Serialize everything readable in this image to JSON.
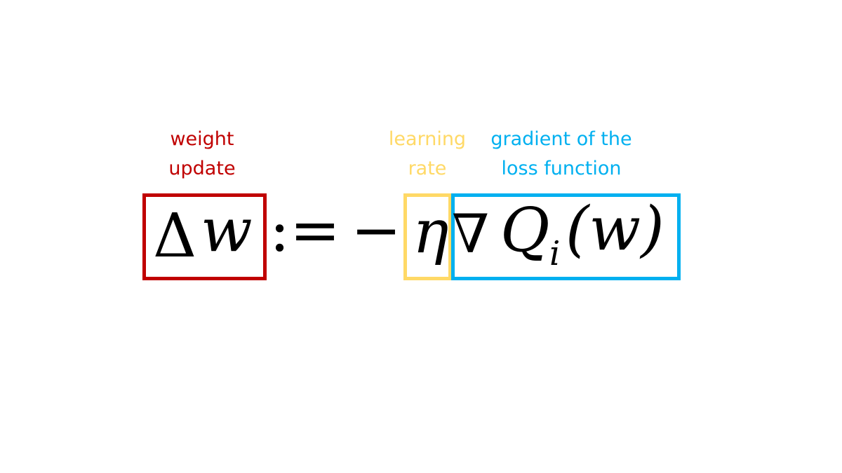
{
  "colors": {
    "weight_update": "#c00000",
    "learning_rate": "#ffd966",
    "gradient": "#00b0f0",
    "equation": "#000000"
  },
  "labels": {
    "weight_update": {
      "line1": "weight",
      "line2": "update"
    },
    "learning_rate": {
      "line1": "learning",
      "line2": "rate"
    },
    "gradient": {
      "line1": "gradient of the",
      "line2": "loss function"
    }
  },
  "equation": {
    "delta": "Δ",
    "weight_var": "w",
    "assign": ":=",
    "minus": "−",
    "eta": "η",
    "nabla": "∇",
    "loss": "Q",
    "subscript": "i",
    "argument": "(w)"
  }
}
